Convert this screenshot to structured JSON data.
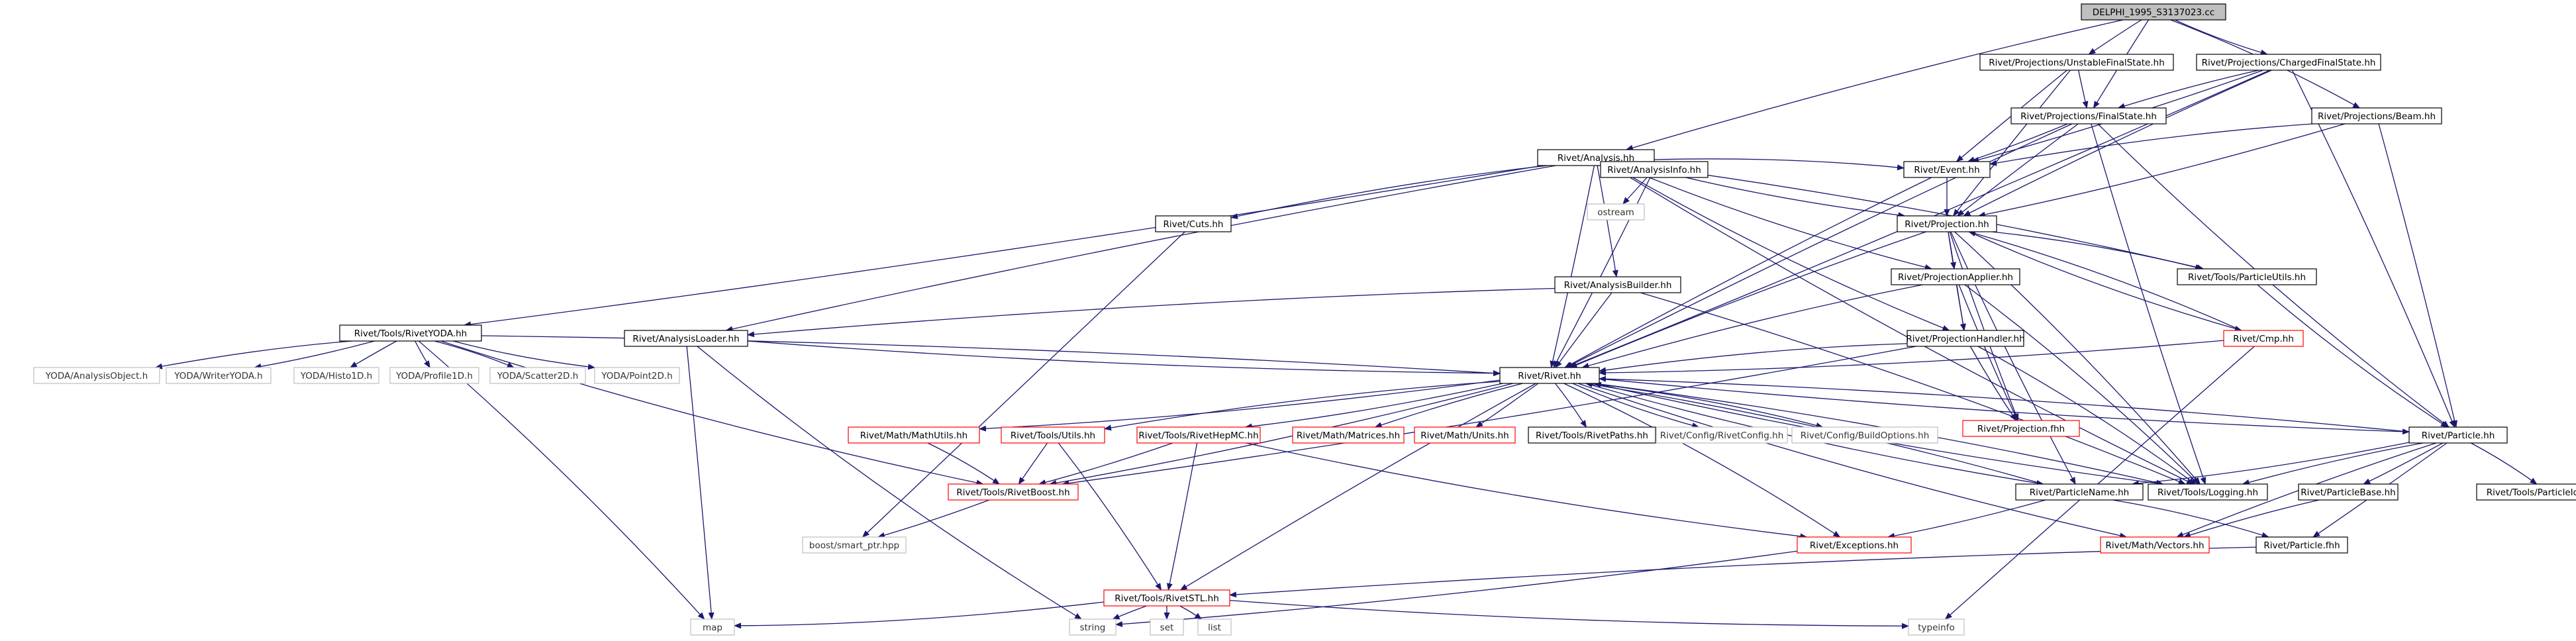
{
  "graph": {
    "colors": {
      "edge": "#191970",
      "root_fill": "#bfbfbf",
      "node_border": "#000000",
      "red_border": "#ff0000",
      "external_border": "#bfbfbf",
      "node_text": "#000000",
      "external_text": "#333333"
    },
    "nodes": [
      {
        "id": "root",
        "label": "DELPHI_1995_S3137023.cc",
        "style": "root"
      },
      {
        "id": "ufs",
        "label": "Rivet/Projections/UnstableFinalState.hh",
        "style": "black"
      },
      {
        "id": "cfs",
        "label": "Rivet/Projections/ChargedFinalState.hh",
        "style": "black"
      },
      {
        "id": "analysis",
        "label": "Rivet/Analysis.hh",
        "style": "black"
      },
      {
        "id": "fs",
        "label": "Rivet/Projections/FinalState.hh",
        "style": "black"
      },
      {
        "id": "beam",
        "label": "Rivet/Projections/Beam.hh",
        "style": "black"
      },
      {
        "id": "ainfo",
        "label": "Rivet/AnalysisInfo.hh",
        "style": "black"
      },
      {
        "id": "event",
        "label": "Rivet/Event.hh",
        "style": "black"
      },
      {
        "id": "ostream",
        "label": "ostream",
        "style": "gray"
      },
      {
        "id": "cuts",
        "label": "Rivet/Cuts.hh",
        "style": "black"
      },
      {
        "id": "proj",
        "label": "Rivet/Projection.hh",
        "style": "black"
      },
      {
        "id": "abuild",
        "label": "Rivet/AnalysisBuilder.hh",
        "style": "black"
      },
      {
        "id": "papplier",
        "label": "Rivet/ProjectionApplier.hh",
        "style": "black"
      },
      {
        "id": "putils",
        "label": "Rivet/Tools/ParticleUtils.hh",
        "style": "black"
      },
      {
        "id": "ryoda",
        "label": "Rivet/Tools/RivetYODA.hh",
        "style": "black"
      },
      {
        "id": "aloader",
        "label": "Rivet/AnalysisLoader.hh",
        "style": "black"
      },
      {
        "id": "phandler",
        "label": "Rivet/ProjectionHandler.hh",
        "style": "black"
      },
      {
        "id": "cmp",
        "label": "Rivet/Cmp.hh",
        "style": "red"
      },
      {
        "id": "yao",
        "label": "YODA/AnalysisObject.h",
        "style": "gray"
      },
      {
        "id": "ywy",
        "label": "YODA/WriterYODA.h",
        "style": "gray"
      },
      {
        "id": "yh1",
        "label": "YODA/Histo1D.h",
        "style": "gray"
      },
      {
        "id": "yp1",
        "label": "YODA/Profile1D.h",
        "style": "gray"
      },
      {
        "id": "ys2",
        "label": "YODA/Scatter2D.h",
        "style": "gray"
      },
      {
        "id": "yp2",
        "label": "YODA/Point2D.h",
        "style": "gray"
      },
      {
        "id": "rivet",
        "label": "Rivet/Rivet.hh",
        "style": "black"
      },
      {
        "id": "projfhh",
        "label": "Rivet/Projection.fhh",
        "style": "red"
      },
      {
        "id": "mathutils",
        "label": "Rivet/Math/MathUtils.hh",
        "style": "red"
      },
      {
        "id": "tutils",
        "label": "Rivet/Tools/Utils.hh",
        "style": "red"
      },
      {
        "id": "hepmc",
        "label": "Rivet/Tools/RivetHepMC.hh",
        "style": "red"
      },
      {
        "id": "matrices",
        "label": "Rivet/Math/Matrices.hh",
        "style": "red"
      },
      {
        "id": "units",
        "label": "Rivet/Math/Units.hh",
        "style": "red"
      },
      {
        "id": "rpaths",
        "label": "Rivet/Tools/RivetPaths.hh",
        "style": "black"
      },
      {
        "id": "rconfig",
        "label": "Rivet/Config/RivetConfig.hh",
        "style": "gray"
      },
      {
        "id": "bopts",
        "label": "Rivet/Config/BuildOptions.hh",
        "style": "gray"
      },
      {
        "id": "particle",
        "label": "Rivet/Particle.hh",
        "style": "black"
      },
      {
        "id": "rboost",
        "label": "Rivet/Tools/RivetBoost.hh",
        "style": "red"
      },
      {
        "id": "pname",
        "label": "Rivet/ParticleName.hh",
        "style": "black"
      },
      {
        "id": "logging",
        "label": "Rivet/Tools/Logging.hh",
        "style": "black"
      },
      {
        "id": "pbase",
        "label": "Rivet/ParticleBase.hh",
        "style": "black"
      },
      {
        "id": "pidutils",
        "label": "Rivet/Tools/ParticleIdUtils.hh",
        "style": "black"
      },
      {
        "id": "smartptr",
        "label": "boost/smart_ptr.hpp",
        "style": "gray"
      },
      {
        "id": "exceptions",
        "label": "Rivet/Exceptions.hh",
        "style": "red"
      },
      {
        "id": "vectors",
        "label": "Rivet/Math/Vectors.hh",
        "style": "red"
      },
      {
        "id": "pfhh",
        "label": "Rivet/Particle.fhh",
        "style": "black"
      },
      {
        "id": "rstl",
        "label": "Rivet/Tools/RivetSTL.hh",
        "style": "red"
      },
      {
        "id": "map",
        "label": "map",
        "style": "gray"
      },
      {
        "id": "string",
        "label": "string",
        "style": "gray"
      },
      {
        "id": "set",
        "label": "set",
        "style": "gray"
      },
      {
        "id": "list",
        "label": "list",
        "style": "gray"
      },
      {
        "id": "typeinfo",
        "label": "typeinfo",
        "style": "gray"
      }
    ],
    "edges": [
      [
        "root",
        "ufs"
      ],
      [
        "root",
        "cfs"
      ],
      [
        "root",
        "analysis"
      ],
      [
        "root",
        "fs"
      ],
      [
        "root",
        "beam"
      ],
      [
        "ufs",
        "fs"
      ],
      [
        "ufs",
        "event"
      ],
      [
        "ufs",
        "proj"
      ],
      [
        "cfs",
        "fs"
      ],
      [
        "cfs",
        "event"
      ],
      [
        "cfs",
        "proj"
      ],
      [
        "cfs",
        "rivet"
      ],
      [
        "cfs",
        "particle"
      ],
      [
        "analysis",
        "ainfo"
      ],
      [
        "analysis",
        "event"
      ],
      [
        "analysis",
        "proj"
      ],
      [
        "analysis",
        "abuild"
      ],
      [
        "analysis",
        "papplier"
      ],
      [
        "analysis",
        "putils"
      ],
      [
        "analysis",
        "ryoda"
      ],
      [
        "analysis",
        "aloader"
      ],
      [
        "analysis",
        "phandler"
      ],
      [
        "analysis",
        "rivet"
      ],
      [
        "analysis",
        "logging"
      ],
      [
        "analysis",
        "cuts"
      ],
      [
        "fs",
        "event"
      ],
      [
        "fs",
        "proj"
      ],
      [
        "fs",
        "particle"
      ],
      [
        "fs",
        "rivet"
      ],
      [
        "fs",
        "logging"
      ],
      [
        "beam",
        "event"
      ],
      [
        "beam",
        "proj"
      ],
      [
        "beam",
        "particle"
      ],
      [
        "ainfo",
        "ostream"
      ],
      [
        "ainfo",
        "rivet"
      ],
      [
        "event",
        "proj"
      ],
      [
        "event",
        "rivet"
      ],
      [
        "cuts",
        "smartptr"
      ],
      [
        "proj",
        "papplier"
      ],
      [
        "proj",
        "phandler"
      ],
      [
        "proj",
        "putils"
      ],
      [
        "proj",
        "cmp"
      ],
      [
        "proj",
        "rivet"
      ],
      [
        "proj",
        "projfhh"
      ],
      [
        "proj",
        "logging"
      ],
      [
        "proj",
        "pname"
      ],
      [
        "abuild",
        "aloader"
      ],
      [
        "abuild",
        "rivet"
      ],
      [
        "abuild",
        "logging"
      ],
      [
        "papplier",
        "phandler"
      ],
      [
        "papplier",
        "rivet"
      ],
      [
        "papplier",
        "projfhh"
      ],
      [
        "papplier",
        "logging"
      ],
      [
        "putils",
        "particle"
      ],
      [
        "ryoda",
        "yao"
      ],
      [
        "ryoda",
        "ywy"
      ],
      [
        "ryoda",
        "yh1"
      ],
      [
        "ryoda",
        "yp1"
      ],
      [
        "ryoda",
        "ys2"
      ],
      [
        "ryoda",
        "yp2"
      ],
      [
        "ryoda",
        "rivet"
      ],
      [
        "ryoda",
        "rboost"
      ],
      [
        "ryoda",
        "map"
      ],
      [
        "aloader",
        "rivet"
      ],
      [
        "aloader",
        "map"
      ],
      [
        "aloader",
        "string"
      ],
      [
        "phandler",
        "rivet"
      ],
      [
        "phandler",
        "projfhh"
      ],
      [
        "phandler",
        "logging"
      ],
      [
        "phandler",
        "rboost"
      ],
      [
        "cmp",
        "proj"
      ],
      [
        "cmp",
        "rivet"
      ],
      [
        "cmp",
        "typeinfo"
      ],
      [
        "rivet",
        "mathutils"
      ],
      [
        "rivet",
        "tutils"
      ],
      [
        "rivet",
        "hepmc"
      ],
      [
        "rivet",
        "matrices"
      ],
      [
        "rivet",
        "units"
      ],
      [
        "rivet",
        "rpaths"
      ],
      [
        "rivet",
        "rconfig"
      ],
      [
        "rivet",
        "bopts"
      ],
      [
        "rivet",
        "particle"
      ],
      [
        "rivet",
        "logging"
      ],
      [
        "rivet",
        "pname"
      ],
      [
        "rivet",
        "exceptions"
      ],
      [
        "rivet",
        "vectors"
      ],
      [
        "rivet",
        "rstl"
      ],
      [
        "rivet",
        "rboost"
      ],
      [
        "mathutils",
        "rboost"
      ],
      [
        "tutils",
        "rboost"
      ],
      [
        "tutils",
        "rstl"
      ],
      [
        "hepmc",
        "rboost"
      ],
      [
        "hepmc",
        "rstl"
      ],
      [
        "hepmc",
        "exceptions"
      ],
      [
        "particle",
        "rivet"
      ],
      [
        "particle",
        "pname"
      ],
      [
        "particle",
        "logging"
      ],
      [
        "particle",
        "pbase"
      ],
      [
        "particle",
        "pidutils"
      ],
      [
        "particle",
        "pfhh"
      ],
      [
        "particle",
        "vectors"
      ],
      [
        "rboost",
        "smartptr"
      ],
      [
        "pname",
        "rivet"
      ],
      [
        "pname",
        "exceptions"
      ],
      [
        "pname",
        "pfhh"
      ],
      [
        "logging",
        "rivet"
      ],
      [
        "pbase",
        "vectors"
      ],
      [
        "exceptions",
        "string"
      ],
      [
        "pfhh",
        "rstl"
      ],
      [
        "rstl",
        "map"
      ],
      [
        "rstl",
        "string"
      ],
      [
        "rstl",
        "set"
      ],
      [
        "rstl",
        "list"
      ],
      [
        "rstl",
        "typeinfo"
      ]
    ]
  }
}
